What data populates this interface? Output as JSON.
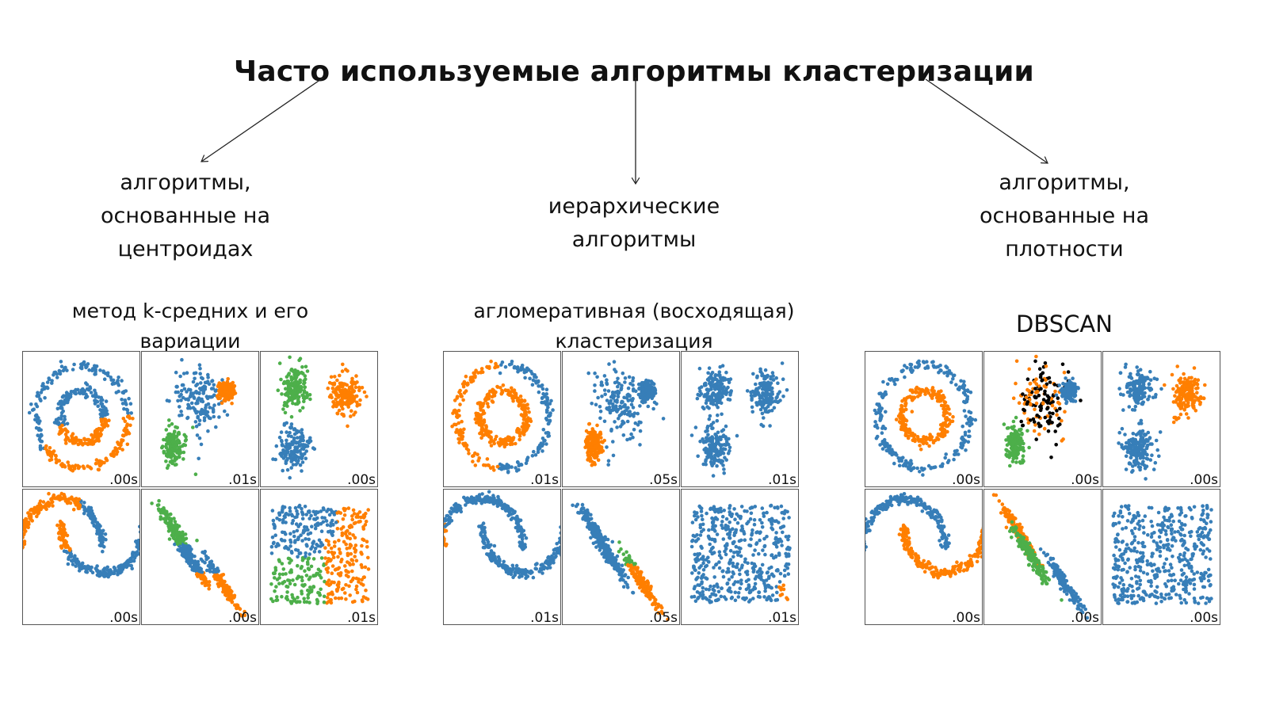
{
  "title": "Часто используемые алгоритмы кластеризации",
  "colors": {
    "blue": "#377eb8",
    "orange": "#ff7f00",
    "green": "#4daf4a",
    "pink": "#f781bf",
    "brown": "#a65628",
    "purple": "#984ea3",
    "black": "#000000"
  },
  "categories": [
    {
      "label_lines": [
        "алгоритмы,",
        "основанные на",
        "центроидах"
      ],
      "method_lines": [
        "метод k-средних и его",
        "вариации"
      ],
      "panels": [
        {
          "dataset": "circles",
          "time": ".00s",
          "labels": "kmeans_circles"
        },
        {
          "dataset": "varied_blobs",
          "time": ".01s",
          "labels": "kmeans_varied"
        },
        {
          "dataset": "blobs",
          "time": ".00s",
          "labels": "kmeans_blobs"
        },
        {
          "dataset": "moons",
          "time": ".00s",
          "labels": "kmeans_moons"
        },
        {
          "dataset": "aniso",
          "time": ".00s",
          "labels": "kmeans_aniso"
        },
        {
          "dataset": "uniform",
          "time": ".01s",
          "labels": "kmeans_uniform"
        }
      ]
    },
    {
      "label_lines": [
        "иерархические",
        "алгоритмы"
      ],
      "method_lines": [
        "агломеративная (восходящая)",
        "кластеризация"
      ],
      "panels": [
        {
          "dataset": "circles",
          "time": ".01s",
          "labels": "agglo_circles"
        },
        {
          "dataset": "varied_blobs",
          "time": ".05s",
          "labels": "agglo_varied"
        },
        {
          "dataset": "blobs",
          "time": ".01s",
          "labels": "agglo_blobs"
        },
        {
          "dataset": "moons",
          "time": ".01s",
          "labels": "agglo_moons"
        },
        {
          "dataset": "aniso",
          "time": ".05s",
          "labels": "agglo_aniso"
        },
        {
          "dataset": "uniform",
          "time": ".01s",
          "labels": "agglo_uniform"
        }
      ]
    },
    {
      "label_lines": [
        "алгоритмы,",
        "основанные на",
        "плотности"
      ],
      "method_lines": [
        "DBSCAN"
      ],
      "panels": [
        {
          "dataset": "circles",
          "time": ".00s",
          "labels": "dbscan_circles"
        },
        {
          "dataset": "varied_blobs",
          "time": ".00s",
          "labels": "dbscan_varied"
        },
        {
          "dataset": "blobs",
          "time": ".00s",
          "labels": "dbscan_blobs"
        },
        {
          "dataset": "moons",
          "time": ".00s",
          "labels": "dbscan_moons"
        },
        {
          "dataset": "aniso",
          "time": ".00s",
          "labels": "dbscan_aniso"
        },
        {
          "dataset": "uniform",
          "time": ".00s",
          "labels": "dbscan_uniform"
        }
      ]
    }
  ]
}
